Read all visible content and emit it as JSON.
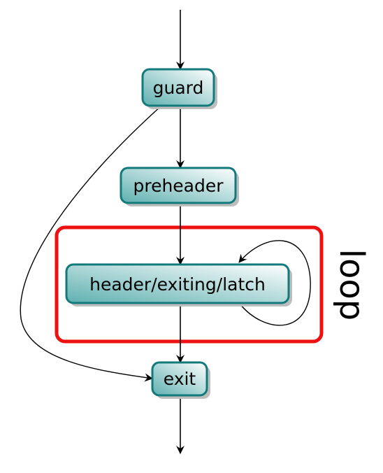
{
  "nodes": {
    "guard": "guard",
    "preheader": "preheader",
    "header": "header/exiting/latch",
    "exit": "exit"
  },
  "loop_label": "loop",
  "colors": {
    "node_border": "#127a7a",
    "node_fill_start": "#5fb0b0",
    "node_fill_end": "#ffffff",
    "shadow": "#bdbdbd",
    "loop_box": "#ee1111",
    "edge": "#000000"
  }
}
